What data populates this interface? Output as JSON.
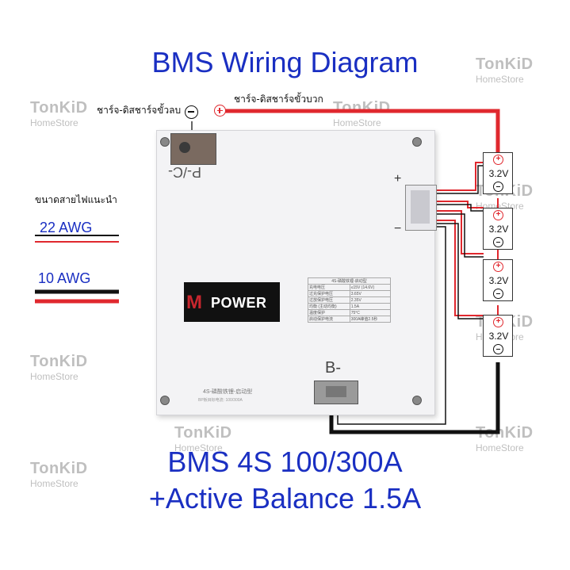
{
  "title": "BMS Wiring Diagram",
  "labels": {
    "negative_terminal": "ชาร์จ-ดิสชาร์จขั้วลบ",
    "positive_terminal": "ชาร์จ-ดิสชาร์จขั้วบวก",
    "wire_size_heading": "ขนาดสายไฟแนะนำ",
    "wire_22": "22 AWG",
    "wire_10": "10 AWG"
  },
  "board": {
    "pc_label": "P-/C-",
    "b_label": "B-",
    "plus": "+",
    "minus": "−",
    "logo_m": "M",
    "logo_text": "POWER",
    "model_line_1": "4S-磷酸铁锂-启动型",
    "model_line_2": "BP板目标电流: 100/300A",
    "spec_table": {
      "title": "4S-磷酸铁锂-启动型",
      "rows": [
        [
          "充电电压",
          "≤15V (14.6V)"
        ],
        [
          "过充保护电压",
          "3.65V"
        ],
        [
          "过放保护电压",
          "2.35V"
        ],
        [
          "均衡 (主动均衡)",
          "1.5A"
        ],
        [
          "温度保护",
          "75°C"
        ],
        [
          "启动保护电流",
          "300A峰值2.5秒"
        ]
      ]
    }
  },
  "cells": [
    {
      "voltage": "3.2V"
    },
    {
      "voltage": "3.2V"
    },
    {
      "voltage": "3.2V"
    },
    {
      "voltage": "3.2V"
    }
  ],
  "bottom_title": {
    "line1": "BMS 4S 100/300A",
    "line2": "+Active Balance 1.5A"
  },
  "watermark": {
    "brand": "TonKiD",
    "sub": "HomeStore"
  },
  "colors": {
    "title_blue": "#1a2fc2",
    "wire_red": "#e0282e",
    "wire_black": "#111111",
    "watermark_gray": "#bfbfbf"
  }
}
